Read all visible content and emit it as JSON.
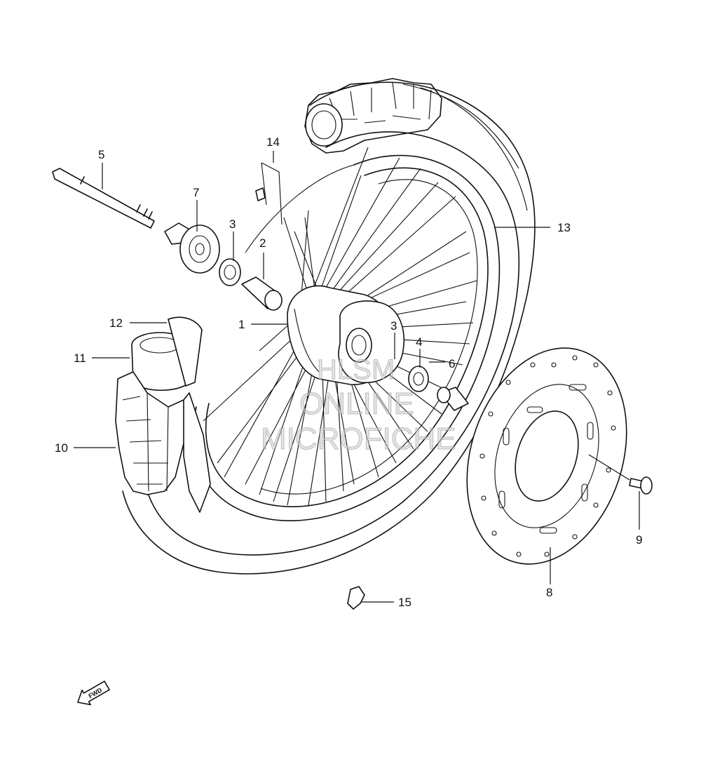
{
  "callouts": {
    "c1": "1",
    "c2": "2",
    "c3a": "3",
    "c3b": "3",
    "c4": "4",
    "c5": "5",
    "c6": "6",
    "c7": "7",
    "c8": "8",
    "c9": "9",
    "c10": "10",
    "c11": "11",
    "c12": "12",
    "c13": "13",
    "c14": "14",
    "c15": "15"
  },
  "watermark": {
    "line1": "HLSM",
    "line2": "ONLINE",
    "line3": "MICROFICHE"
  },
  "fwd_label": "FWD"
}
